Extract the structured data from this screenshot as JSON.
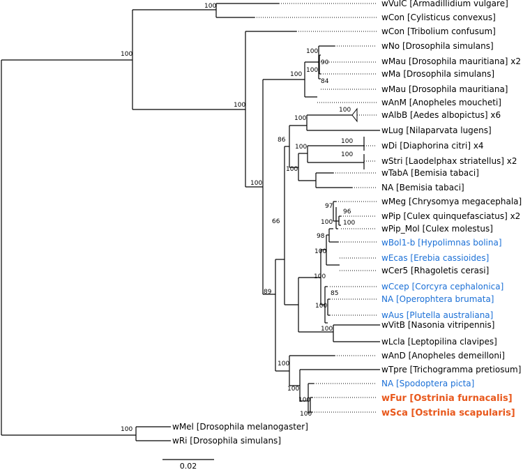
{
  "colors": {
    "branch": "#000000",
    "taxon_default": "#000000",
    "taxon_lepidoptera": "#1a6fd6",
    "taxon_focus": "#e8581c"
  },
  "taxa": {
    "wvulc": "wVulC [Armadillidium vulgare]",
    "wcon_cyl": "wCon [Cylisticus convexus]",
    "wcon_tri": "wCon [Tribolium confusum]",
    "wno": "wNo [Drosophila simulans]",
    "wmau_x2": "wMau [Drosophila mauritiana] x2",
    "wma": "wMa [Drosophila simulans]",
    "wmau": "wMau [Drosophila mauritiana]",
    "wanm": "wAnM [Anopheles moucheti]",
    "walbb": "wAlbB [Aedes albopictus] x6",
    "wlug": "wLug [Nilaparvata lugens]",
    "wdi": "wDi [Diaphorina citri] x4",
    "wstri": "wStri [Laodelphax striatellus] x2",
    "wtaba": "wTabA [Bemisia tabaci]",
    "na_bem": "NA [Bemisia tabaci]",
    "wmeg": "wMeg [Chrysomya megacephala]",
    "wpip": "wPip [Culex quinquefasciatus] x2",
    "wpipmol": "wPip_Mol [Culex molestus]",
    "wbol": "wBol1-b [Hypolimnas bolina]",
    "wecas": "wEcas [Erebia cassioides]",
    "wcer5": "wCer5 [Rhagoletis cerasi]",
    "wccep": "wCcep [Corcyra cephalonica]",
    "na_ope": "NA [Operophtera brumata]",
    "waus": "wAus [Plutella australiana]",
    "wvitb": "wVitB [Nasonia vitripennis]",
    "wlcla": "wLcla [Leptopilina clavipes]",
    "wand": "wAnD [Anopheles demeilloni]",
    "wtpre": "wTpre [Trichogramma pretiosum]",
    "na_spo": "NA [Spodoptera picta]",
    "wfur": "wFur [Ostrinia furnacalis]",
    "wsca": "wSca [Ostrinia scapularis]",
    "wmel": "wMel [Drosophila melanogaster]",
    "wri": "wRi [Drosophila simulans]"
  },
  "support": {
    "root": "100",
    "isopod": "100",
    "big": "100",
    "grpA": "100",
    "dros": "100",
    "dros_inner": "100",
    "n90": "90",
    "n84": "84",
    "grpB": "100",
    "n66": "66",
    "n86": "86",
    "albb_lug": "100",
    "albb": "100",
    "di_stri_tab": "100",
    "di_stri": "100",
    "di": "100",
    "stri": "100",
    "n89": "89",
    "n98_parent": "100",
    "n98": "98",
    "n100a": "100",
    "n97": "97",
    "n96": "96",
    "pip_pair": "100",
    "n100b": "100",
    "n85_parent": "100",
    "n85": "85",
    "vitb_lcla": "100",
    "n100e": "100",
    "n100f": "100",
    "n100g": "100",
    "n100h": "100",
    "mel_ri": "100"
  },
  "scale": {
    "label": "0.02"
  }
}
